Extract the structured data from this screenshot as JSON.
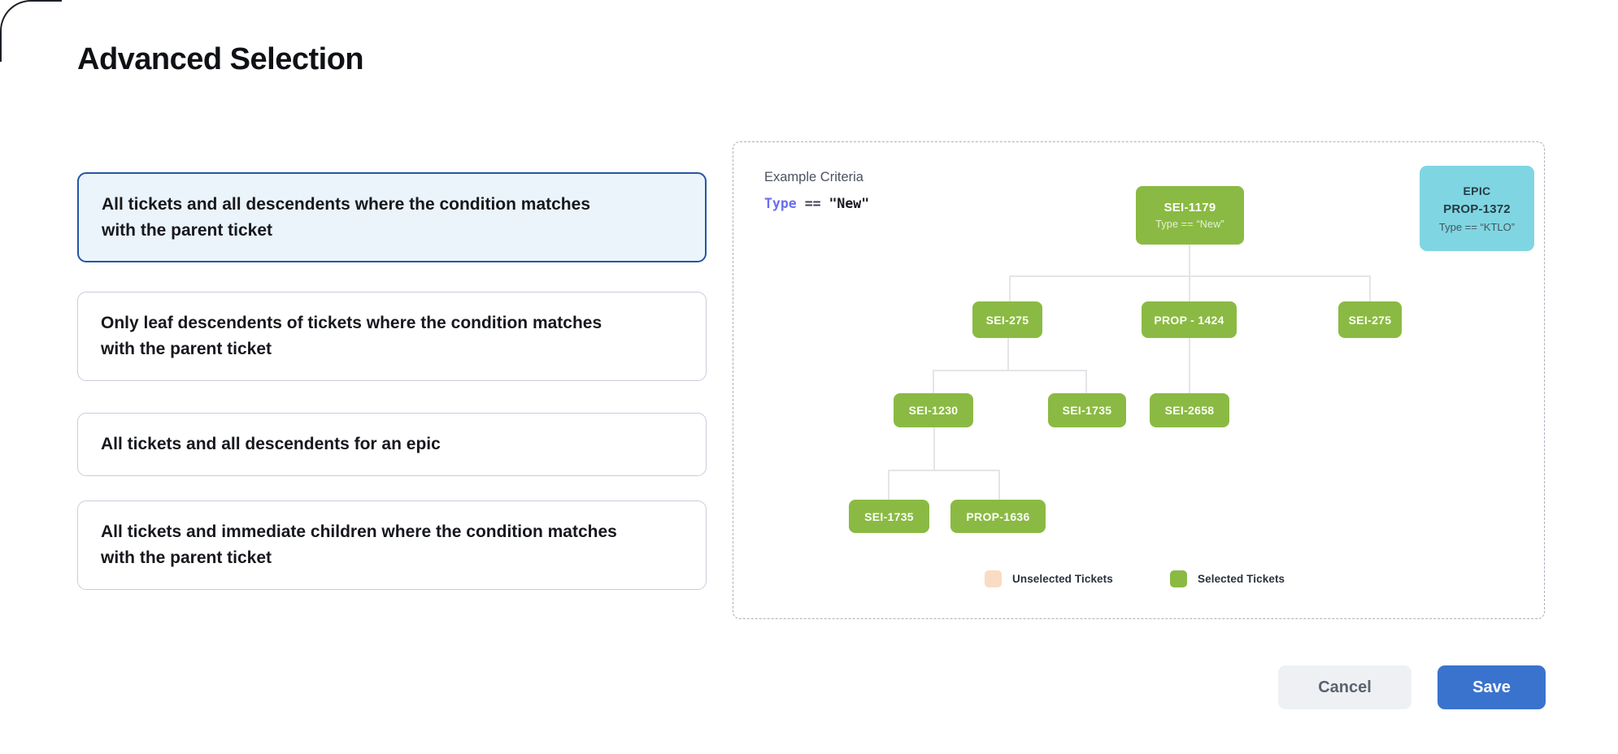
{
  "page": {
    "title": "Advanced Selection"
  },
  "options": [
    {
      "label": "All tickets and all descendents where the condition matches with the parent ticket",
      "selected": true
    },
    {
      "label": "Only leaf descendents of tickets where the condition matches with the parent ticket",
      "selected": false
    },
    {
      "label": "All tickets and all descendents for an epic",
      "selected": false
    },
    {
      "label": "All tickets and immediate children where the condition matches with the parent ticket",
      "selected": false
    }
  ],
  "preview": {
    "criteria_label": "Example Criteria",
    "criteria": {
      "field": "Type",
      "operator": "==",
      "value": "\"New\""
    },
    "epic": {
      "type_label": "EPIC",
      "id": "PROP-1372",
      "condition": "Type == “KTLO”"
    },
    "tree": {
      "nodes": [
        {
          "label": "SEI-1179",
          "subtitle": "Type == “New”"
        },
        {
          "label": "SEI-275"
        },
        {
          "label": "PROP - 1424"
        },
        {
          "label": "SEI-275"
        },
        {
          "label": "SEI-1230"
        },
        {
          "label": "SEI-1735"
        },
        {
          "label": "SEI-2658"
        },
        {
          "label": "SEI-1735"
        },
        {
          "label": "PROP-1636"
        }
      ]
    },
    "legend": [
      {
        "label": "Unselected Tickets",
        "color": "#f9dcc3"
      },
      {
        "label": "Selected Tickets",
        "color": "#8aba43"
      }
    ]
  },
  "footer": {
    "cancel_label": "Cancel",
    "save_label": "Save"
  },
  "colors": {
    "selected_option_border": "#2456a6",
    "selected_option_bg": "#ebf4fb",
    "node_green": "#8aba43",
    "epic_cyan": "#7fd6e2",
    "unselected_peach": "#f9dcc3",
    "save_blue": "#3a73ce"
  }
}
